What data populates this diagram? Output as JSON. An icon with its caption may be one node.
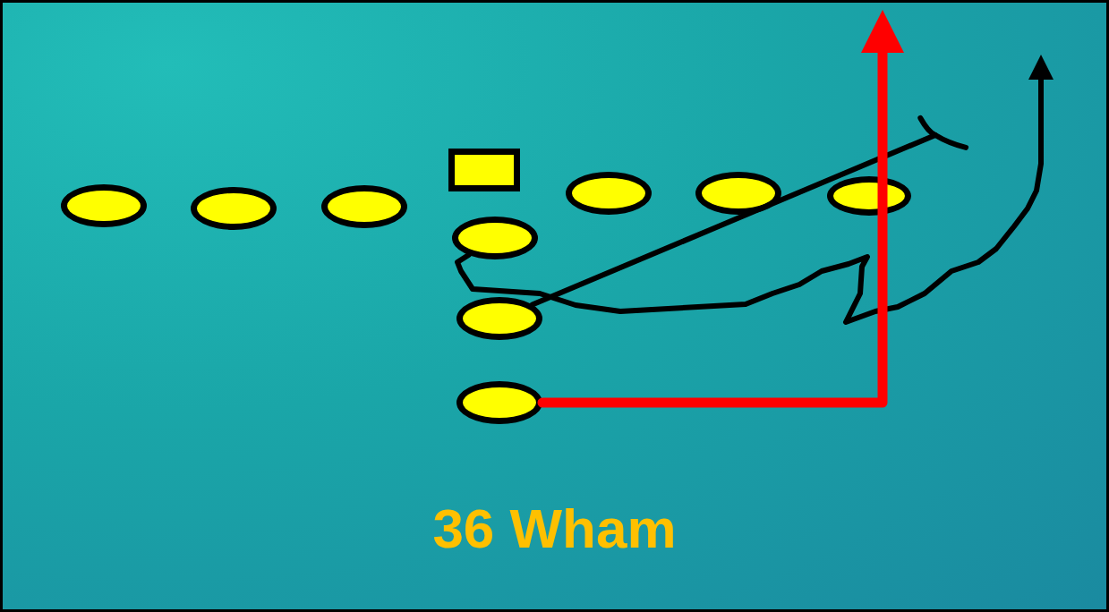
{
  "diagram": {
    "title": "36 Wham",
    "nodes": [
      {
        "text": [],
        "shape": "ellipse"
      },
      {
        "text": [],
        "shape": "ellipse"
      },
      {
        "text": [],
        "shape": "ellipse"
      },
      {
        "text": [],
        "shape": "box"
      },
      {
        "text": [],
        "shape": "ellipse"
      },
      {
        "text": [],
        "shape": "ellipse"
      },
      {
        "text": [],
        "shape": "ellipse"
      },
      {
        "text": [],
        "shape": "ellipse"
      },
      {
        "text": [],
        "shape": "ellipse"
      },
      {
        "text": [],
        "shape": "ellipse"
      }
    ],
    "edges": [
      {
        "from": 7,
        "to": null,
        "arrow": "to"
      },
      {
        "from": 8,
        "to": null,
        "arrow": "other"
      },
      {
        "from": 9,
        "to": null,
        "arrow": "to",
        "style": "thick",
        "color": "#ff0000"
      }
    ]
  }
}
